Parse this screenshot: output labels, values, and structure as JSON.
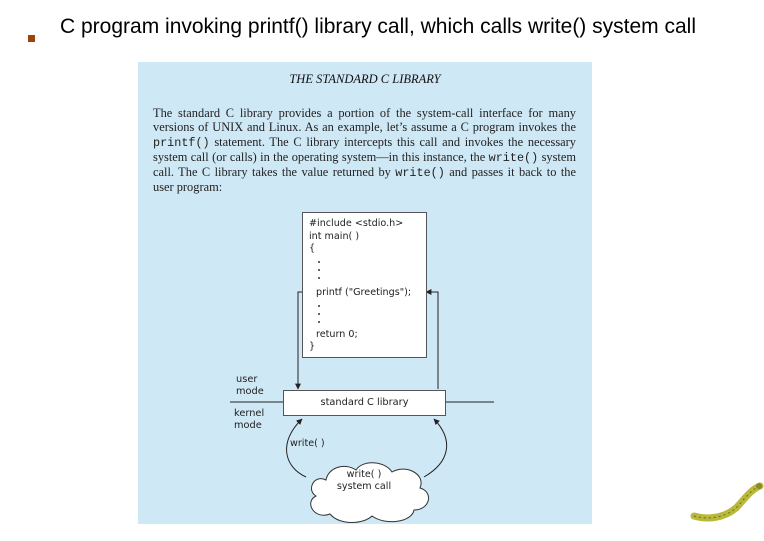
{
  "slide": {
    "title": "C program invoking printf() library call, which calls write() system call"
  },
  "panel": {
    "heading": "THE STANDARD C LIBRARY",
    "paragraph": [
      {
        "t": "The standard C library provides a portion of the system-call interface for many versions of UNIX and Linux. As an example, let’s assume a C program invokes the ",
        "code": false
      },
      {
        "t": "printf()",
        "code": true
      },
      {
        "t": " statement. The C library intercepts this call and invokes the necessary system call (or calls) in the operating system—in this instance, the ",
        "code": false
      },
      {
        "t": "write()",
        "code": true
      },
      {
        "t": " system call. The C library takes the value returned by ",
        "code": false
      },
      {
        "t": "write()",
        "code": true
      },
      {
        "t": " and passes it back to the user program:",
        "code": false
      }
    ]
  },
  "diagram": {
    "code_lines": {
      "include": "#include <stdio.h>",
      "main": "int main( )",
      "open_brace": "{",
      "printf": "printf (\"Greetings\");",
      "return": "return 0;",
      "close_brace": "}"
    },
    "library_box": "standard C library",
    "user_mode": [
      "user",
      "mode"
    ],
    "kernel_mode": [
      "kernel",
      "mode"
    ],
    "write_call": "write( )",
    "system_call": [
      "write( )",
      "system call"
    ]
  },
  "colors": {
    "panel_background": "#cfe8f5",
    "bullet": "#a0420a",
    "worm_body": "#b8b83a"
  }
}
